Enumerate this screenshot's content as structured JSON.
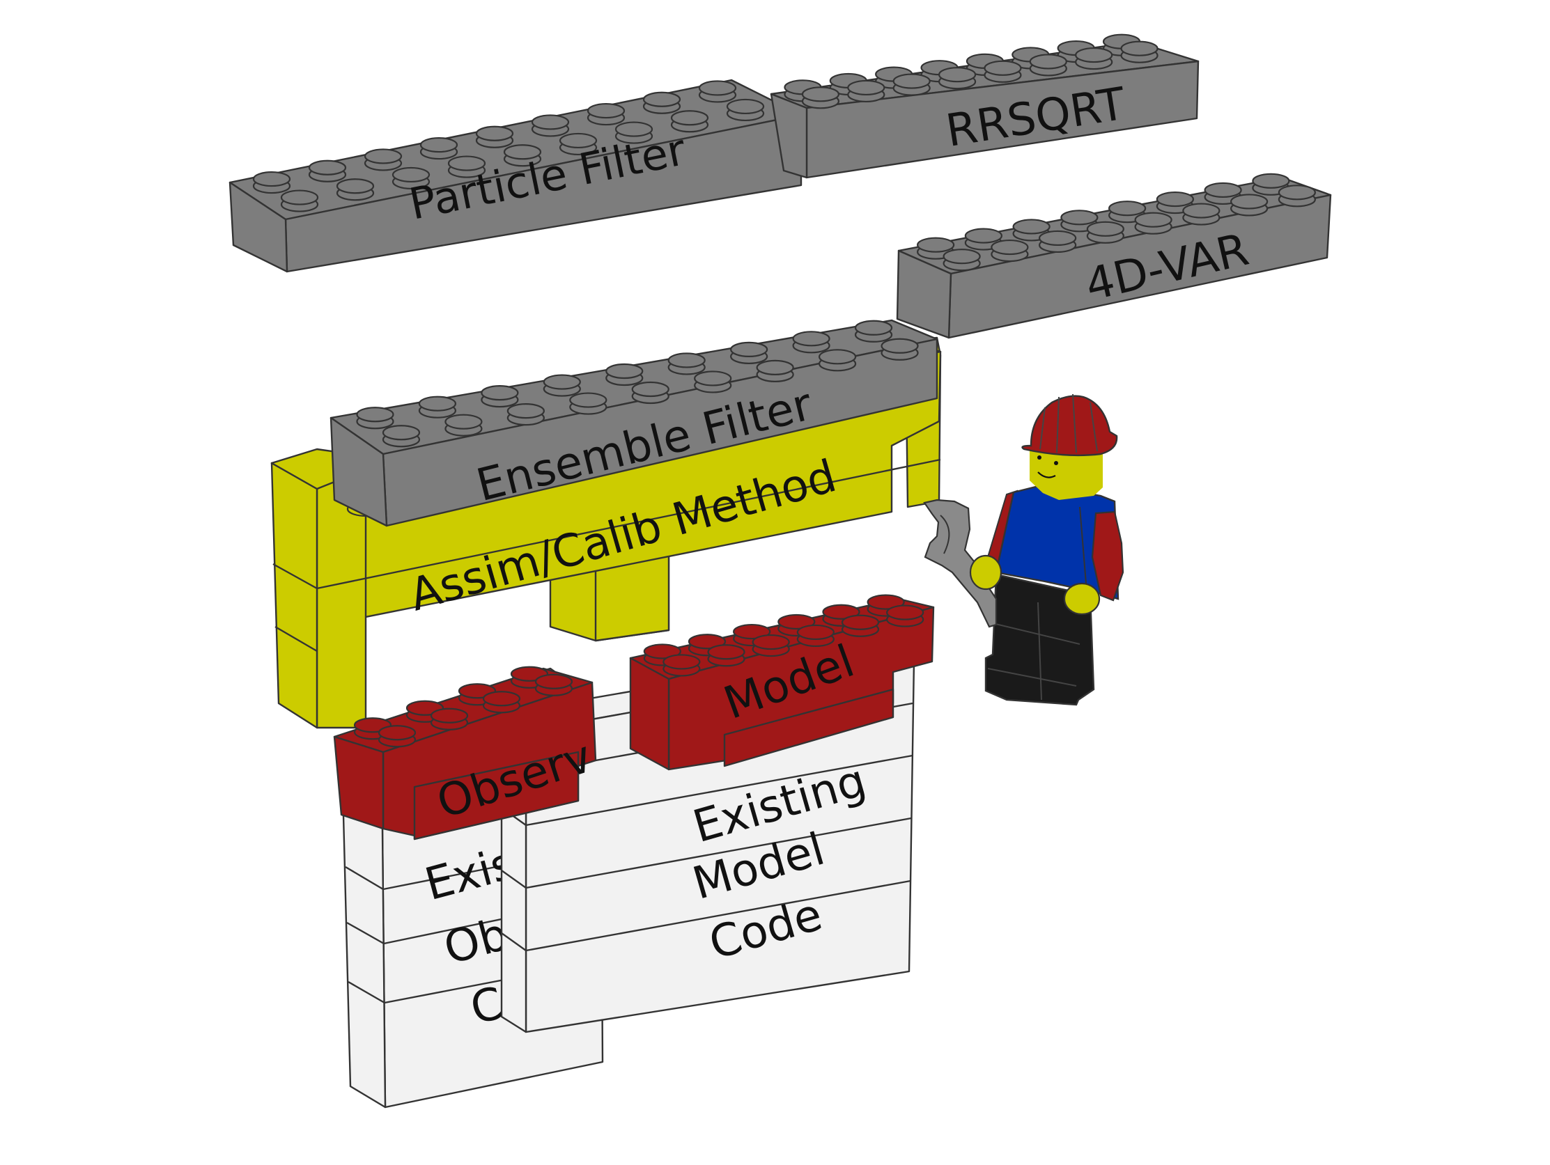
{
  "diagram": {
    "title": "Data assimilation framework as Lego bricks",
    "colors": {
      "grey": "#7d7d7d",
      "yellow": "#cccc00",
      "red": "#a01818",
      "white": "#f2f2f2",
      "blue": "#0033aa",
      "black": "#1a1a1a",
      "outline": "#333333"
    },
    "bricks": [
      {
        "id": "particle-filter",
        "label_lines": [
          "Particle Filter"
        ],
        "color": "grey",
        "role": "alternative method"
      },
      {
        "id": "rrsqrt",
        "label_lines": [
          "RRSQRT"
        ],
        "color": "grey",
        "role": "alternative method"
      },
      {
        "id": "4d-var",
        "label_lines": [
          "4D-VAR"
        ],
        "color": "grey",
        "role": "alternative method"
      },
      {
        "id": "ensemble-filter",
        "label_lines": [
          "Ensemble Filter"
        ],
        "color": "grey",
        "role": "active method"
      },
      {
        "id": "assim-calib-method",
        "label_lines": [
          "Assim/Calib Method"
        ],
        "color": "yellow",
        "role": "framework"
      },
      {
        "id": "observ",
        "label_lines": [
          "Observ"
        ],
        "color": "red",
        "role": "interface"
      },
      {
        "id": "model",
        "label_lines": [
          "Model"
        ],
        "color": "red",
        "role": "interface"
      },
      {
        "id": "existing-observ-code",
        "label_lines": [
          "Existing",
          "Observ",
          "Code"
        ],
        "color": "white",
        "role": "existing code"
      },
      {
        "id": "existing-model-code",
        "label_lines": [
          "Existing",
          "Model",
          "Code"
        ],
        "color": "white",
        "role": "existing code"
      }
    ],
    "figure": {
      "id": "minifig-worker",
      "description": "construction worker minifigure with red hard hat holding a wrench"
    }
  }
}
